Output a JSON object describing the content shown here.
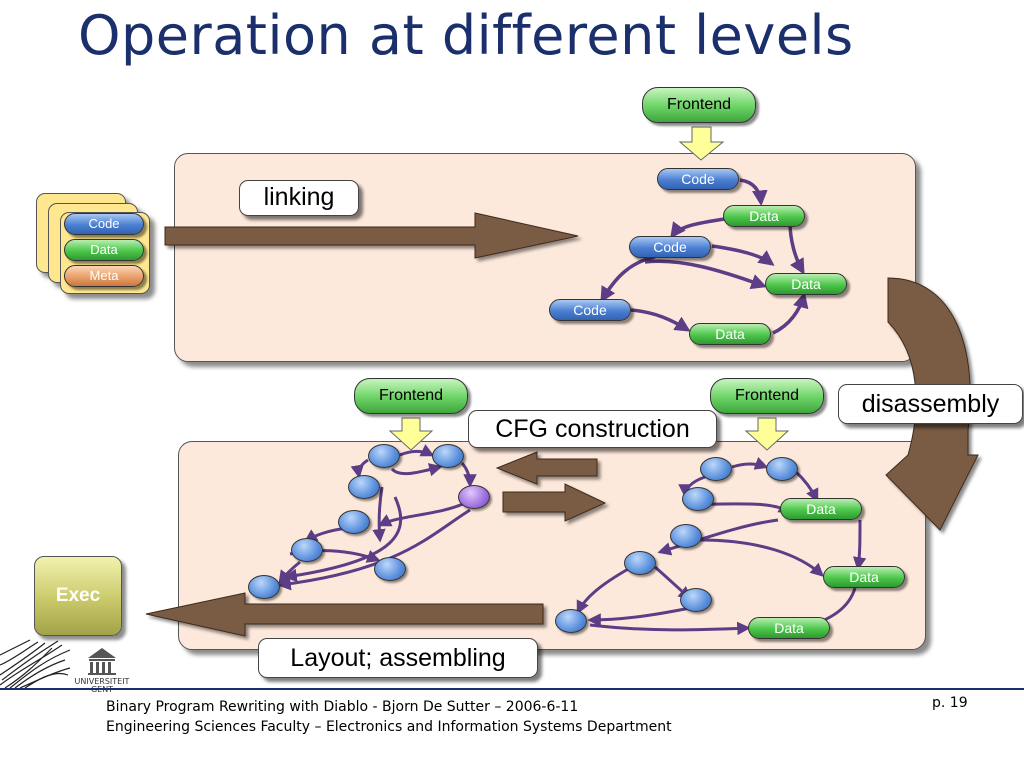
{
  "slide": {
    "title": "Operation at different levels",
    "footer_line1": "Binary Program Rewriting with Diablo - Bjorn De Sutter – 2006-6-11",
    "footer_line2": "Engineering Sciences Faculty – Electronics and Information Systems Department",
    "page_number": "p. 19"
  },
  "logo": {
    "line1": "UNIVERSITEIT",
    "line2": "GENT"
  },
  "labels": {
    "linking": "linking",
    "disassembly": "disassembly",
    "cfg_construction": "CFG construction",
    "layout": "Layout; assembling",
    "frontend": "Frontend",
    "exec": "Exec",
    "code": "Code",
    "data": "Data",
    "meta": "Meta"
  },
  "colors": {
    "title": "#1a2f6b",
    "panel_fill": "#fde9dc",
    "big_arrow": "#7a5c44",
    "edge": "#5c3d86",
    "down_arrow": "#ffff99"
  },
  "icons": {
    "logo": "university-building-icon",
    "scan": "grass-texture-icon"
  }
}
